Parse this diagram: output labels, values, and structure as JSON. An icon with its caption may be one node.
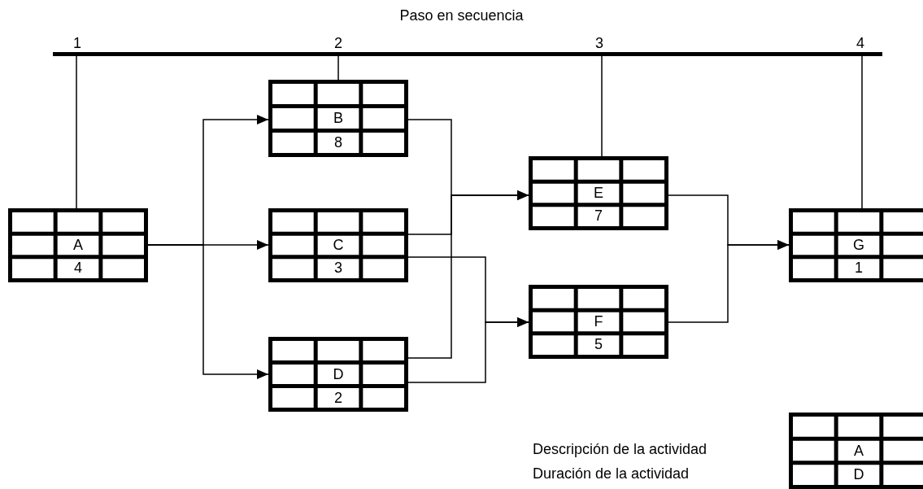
{
  "diagram": {
    "title": "Paso en secuencia",
    "nodes": [
      {
        "text": [],
        "shape": "bar"
      },
      {
        "text": [
          "A",
          "4"
        ]
      },
      {
        "text": [
          "B",
          "8"
        ]
      },
      {
        "text": [
          "C",
          "3"
        ]
      },
      {
        "text": [
          "D",
          "2"
        ]
      },
      {
        "text": [
          "E",
          "7"
        ]
      },
      {
        "text": [
          "F",
          "5"
        ]
      },
      {
        "text": [
          "G",
          "1"
        ]
      },
      {
        "text": [
          "A",
          "D"
        ],
        "beside": [
          "Descripción de la actividad",
          "Duración de la actividad"
        ]
      }
    ],
    "edges": [
      {
        "from": 0,
        "to": 1,
        "arrow": "none"
      },
      {
        "from": 0,
        "to": 2,
        "arrow": "none"
      },
      {
        "from": 0,
        "to": 5,
        "arrow": "none"
      },
      {
        "from": 0,
        "to": 7,
        "arrow": "none"
      },
      {
        "from": 1,
        "to": 2,
        "arrow": "to"
      },
      {
        "from": 1,
        "to": 3,
        "arrow": "to"
      },
      {
        "from": 1,
        "to": 4,
        "arrow": "to"
      },
      {
        "from": 2,
        "to": 5,
        "arrow": "to"
      },
      {
        "from": 3,
        "to": 5,
        "arrow": "to"
      },
      {
        "from": 4,
        "to": 5,
        "arrow": "to"
      },
      {
        "from": 3,
        "to": 6,
        "arrow": "to"
      },
      {
        "from": 4,
        "to": 6,
        "arrow": "to"
      },
      {
        "from": 5,
        "to": 7,
        "arrow": "to"
      },
      {
        "from": 6,
        "to": 7,
        "arrow": "to"
      }
    ],
    "labels": [
      "1",
      "2",
      "3",
      "4"
    ]
  }
}
